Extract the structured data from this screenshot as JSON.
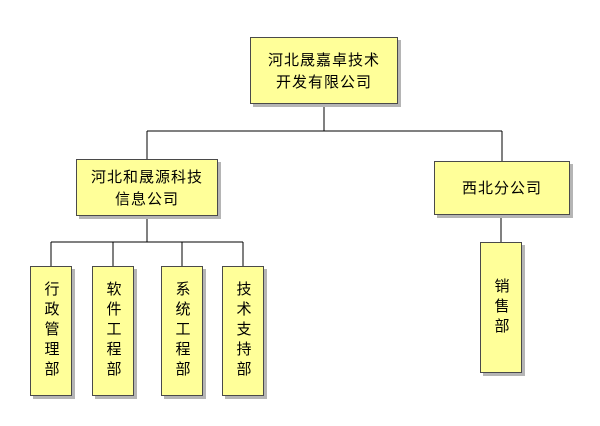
{
  "org_chart": {
    "root": {
      "line1": "河北晟嘉卓技术",
      "line2": "开发有限公司"
    },
    "subsidiary_1": {
      "line1": "河北和晟源科技",
      "line2": "信息公司",
      "departments": [
        {
          "label": "行政管理部"
        },
        {
          "label": "软件工程部"
        },
        {
          "label": "系统工程部"
        },
        {
          "label": "技术支持部"
        }
      ]
    },
    "subsidiary_2": {
      "label": "西北分公司",
      "departments": [
        {
          "label": "销售部"
        }
      ]
    }
  },
  "colors": {
    "box_fill": "#ffff99",
    "box_border": "#4a4a4a",
    "box_shadow": "#b5b5b5",
    "connector": "#000000"
  }
}
